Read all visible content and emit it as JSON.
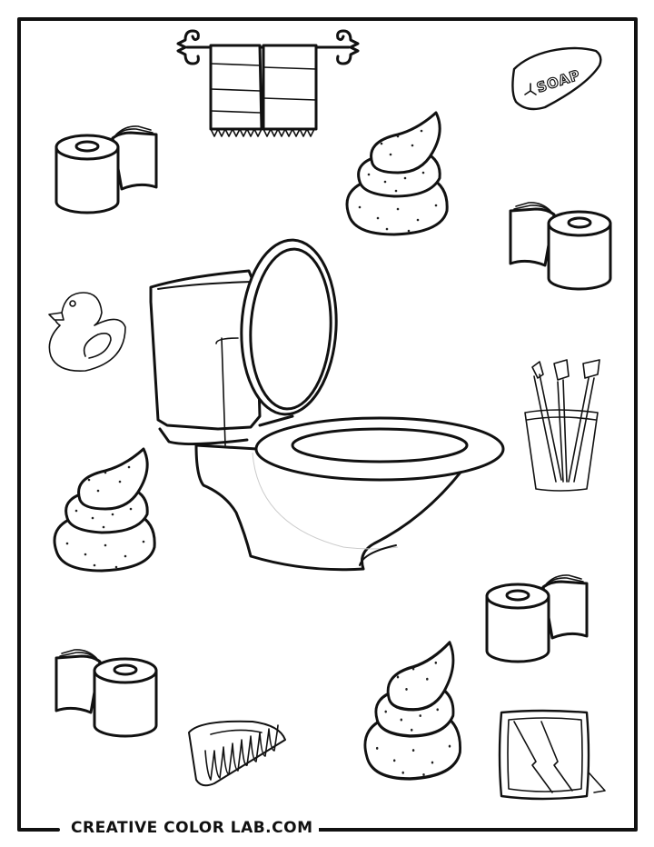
{
  "page": {
    "type": "coloring-page",
    "theme": "bathroom",
    "footer_brand": "CREATIVE COLOR LAB.COM",
    "colors": {
      "line": "#111111",
      "background": "#ffffff"
    }
  },
  "illustrations": [
    {
      "name": "towel-rack",
      "label": "Towels on rack"
    },
    {
      "name": "soap-bar",
      "label": "SOAP"
    },
    {
      "name": "toilet-paper-roll",
      "count": 4
    },
    {
      "name": "poop-swirl",
      "count": 3
    },
    {
      "name": "toilet",
      "label": "Toilet"
    },
    {
      "name": "rubber-duck",
      "label": "Rubber duck"
    },
    {
      "name": "toothbrushes-in-cup",
      "label": "Toothbrushes"
    },
    {
      "name": "comb",
      "label": "Comb"
    },
    {
      "name": "mirror",
      "label": "Mirror"
    }
  ],
  "soap": {
    "text": "SOAP"
  }
}
